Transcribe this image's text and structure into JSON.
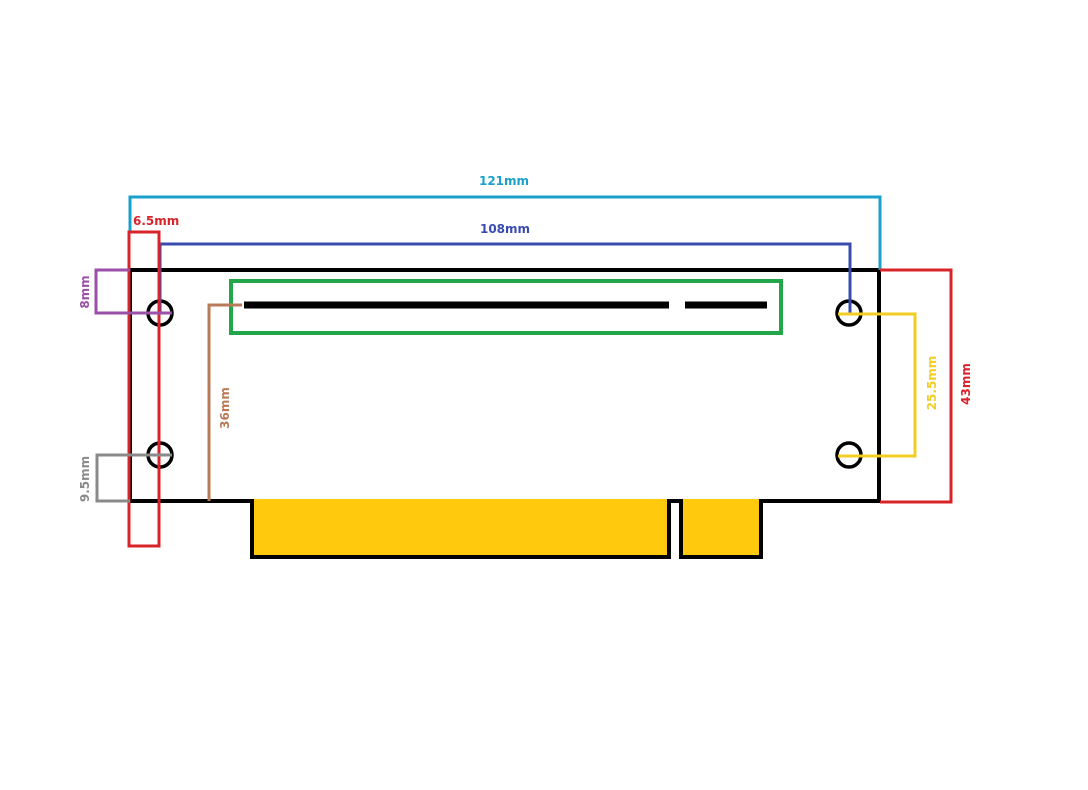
{
  "dimensions": {
    "overall_width": "121mm",
    "hole_spacing": "108mm",
    "hole_offset_x": "6.5mm",
    "hole_offset_y": "8mm",
    "bottom_hole_offset": "9.5mm",
    "slot_height": "36mm",
    "hole_vertical_spacing": "25.5mm",
    "board_height": "43mm"
  },
  "colors": {
    "overall_width": "#1aa0cc",
    "hole_spacing": "#3a4bb0",
    "hole_offset_x": "#d8232a",
    "hole_offset_y": "#9b4fa8",
    "bottom_hole_offset": "#8a8a8a",
    "slot_height": "#b97a57",
    "hole_vertical_spacing": "#f2cd22",
    "board_height": "#d8232a",
    "slot_outline": "#22a64a",
    "edge_connector": "#ffc90e",
    "board": "#000000"
  }
}
